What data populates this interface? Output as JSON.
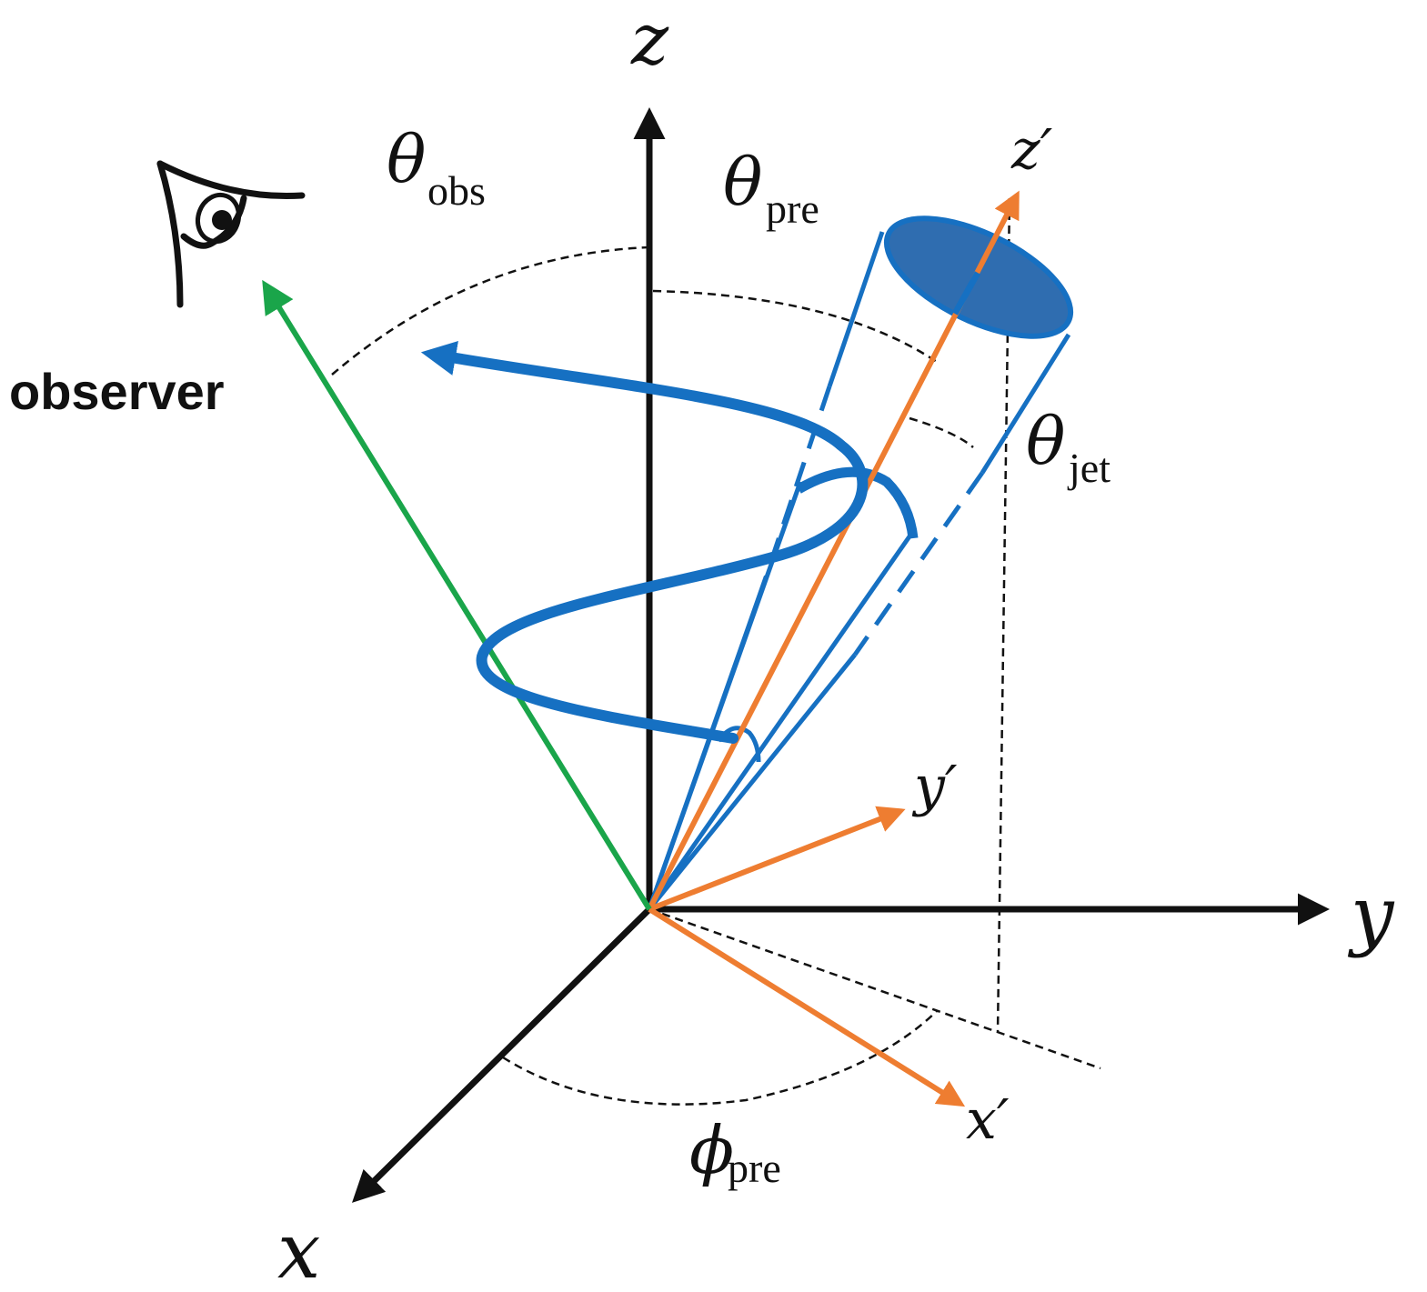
{
  "axes": {
    "z": "z",
    "y": "y",
    "x": "x",
    "z_prime": "z′",
    "y_prime": "y′",
    "x_prime": "x′"
  },
  "angles": {
    "theta": "θ",
    "phi": "ϕ",
    "obs_sub": "obs",
    "pre_sub": "pre",
    "jet_sub": "jet"
  },
  "observer_label": "observer",
  "icons": [
    "eye-icon"
  ],
  "colors": {
    "axis": "#111111",
    "observer_vector": "#1aa54a",
    "primed_axes": "#ee7d31",
    "jet": "#1670c2",
    "jet_cap": "#2f6db0"
  }
}
